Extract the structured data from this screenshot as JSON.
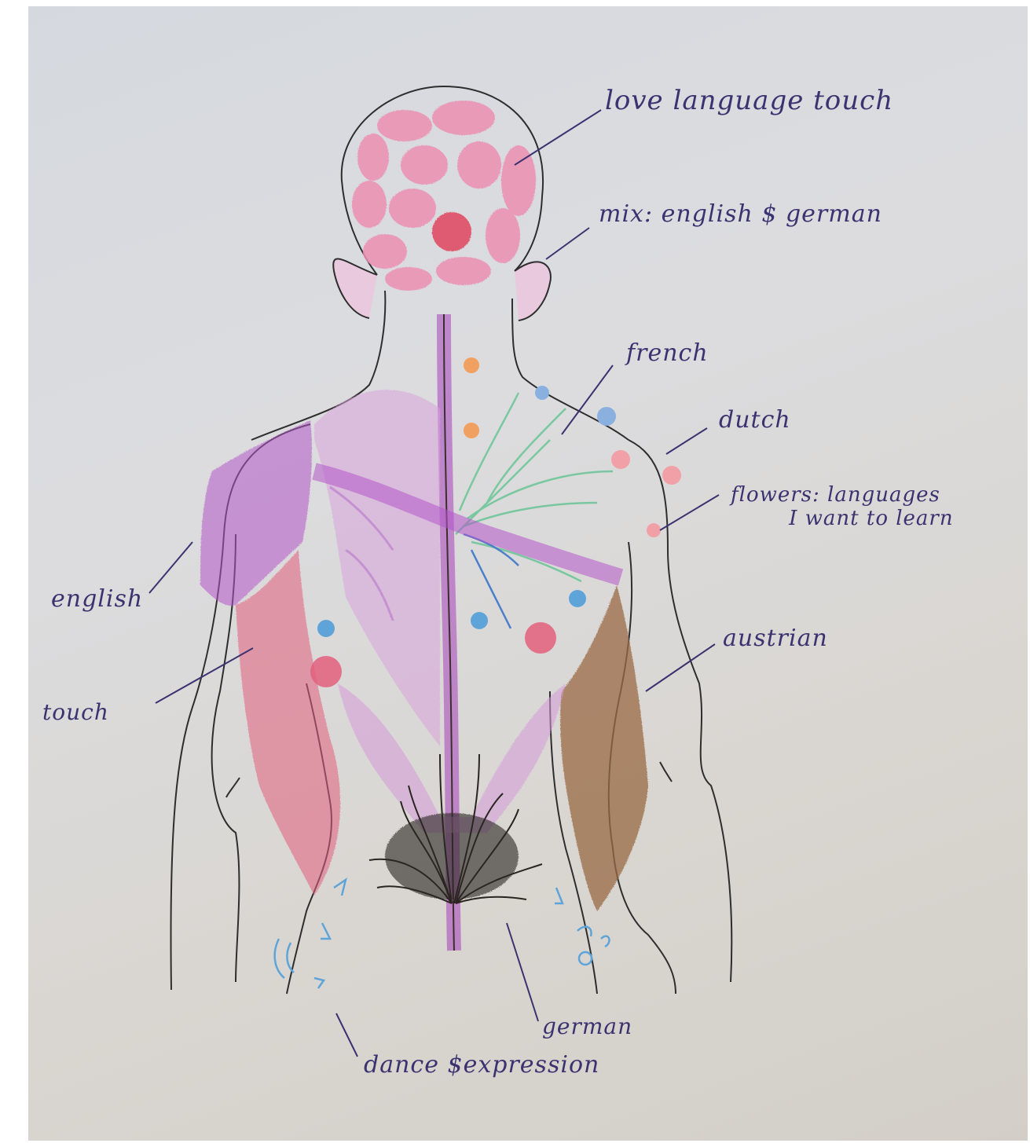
{
  "diagram": {
    "labels": {
      "love_language": "love language touch",
      "mix": "mix: english $ german",
      "french": "french",
      "dutch": "dutch",
      "flowers": "flowers: languages\n        I want to learn",
      "english": "english",
      "austrian": "austrian",
      "touch": "touch",
      "german": "german",
      "dance": "dance $expression"
    },
    "colors": {
      "ink": "#3b3270",
      "pencil": "#2e2e2e",
      "pink": "#e57aa6",
      "purple": "#b456c8",
      "green": "#6fc69a",
      "brown": "#9a6b45",
      "red_pink": "#e25f7c",
      "blue": "#5fa4d9",
      "dark_hair": "#2a2520"
    }
  }
}
